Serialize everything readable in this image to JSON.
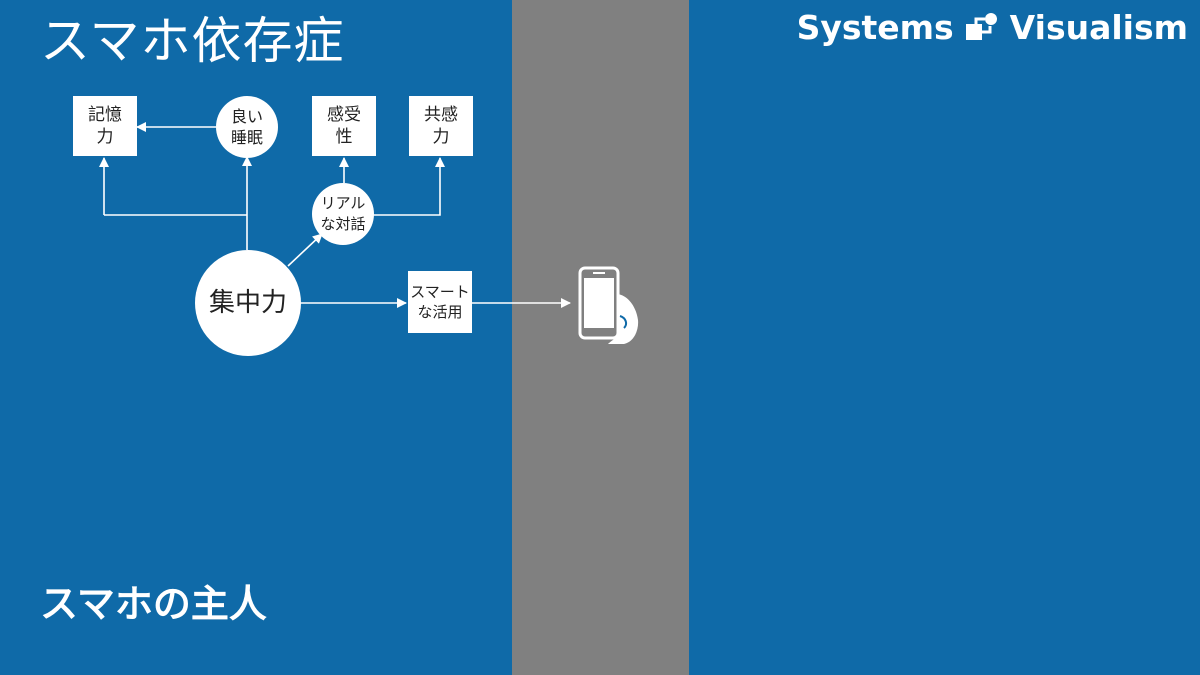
{
  "title": "スマホ依存症",
  "bottom_label": "スマホの主人",
  "brand": {
    "left": "Systems",
    "right": "Visualism"
  },
  "nodes": {
    "memory": "記憶\n力",
    "sleep": "良い\n睡眠",
    "sensitivity": "感受\n性",
    "empathy": "共感\n力",
    "dialogue": "リアル\nな対話",
    "focus": "集中力",
    "smart_use": "スマート\nな活用"
  },
  "icons": {
    "phone": "smartphone-in-hand-icon",
    "logo": "systems-visualism-logo-icon"
  },
  "colors": {
    "background": "#0f6aa8",
    "divider": "#808080",
    "node": "#ffffff",
    "arrow": "#ffffff"
  }
}
